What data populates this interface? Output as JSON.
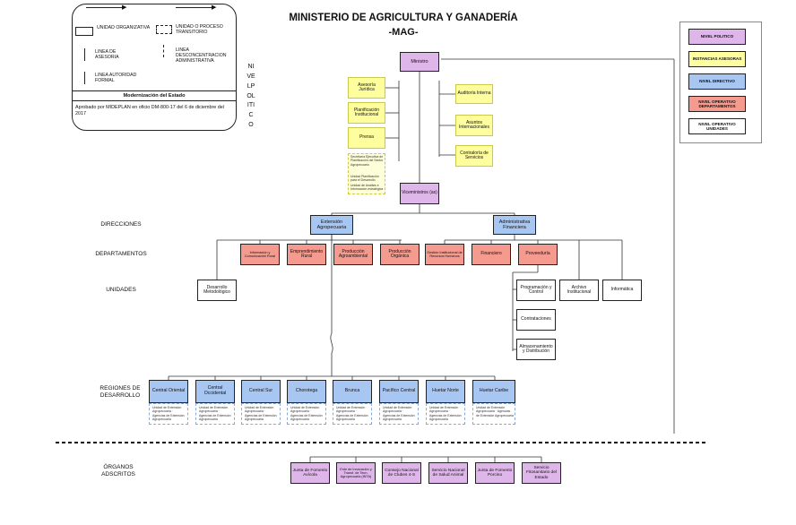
{
  "header": {
    "title": "MINISTERIO DE AGRICULTURA Y GANADERÍA",
    "subtitle": "-MAG-"
  },
  "legend": {
    "unidad_organizativa": "UNIDAD ORGANIZATIVA",
    "unidad_transitorio": "UNIDAD O PROCESO TRANSITORIO",
    "linea_asesoria": "LINEA DE ASESORIA",
    "linea_desconcentracion": "LINEA DESCONCENTRACION ADMINISTRATIVA",
    "linea_autoridad": "LINEA AUTORIDAD FORMAL",
    "modernizacion": "Modernización del Estado",
    "aprobado": "Aprobado por MIDEPLAN en oficio DM-800-17 del 6 de diciembre del 2017"
  },
  "side_label": "NIVELPOLITICO",
  "level_key": [
    {
      "label": "NIVEL POLITICO",
      "color": "#dfb6ea"
    },
    {
      "label": "INSTANCIAS ASESORAS",
      "color": "#fefe9e"
    },
    {
      "label": "NIVEL DIRECTIVO",
      "color": "#a8c6f2"
    },
    {
      "label": "NIVEL OPERATIVO DEPARTAMENTOS",
      "color": "#f59a8e"
    },
    {
      "label": "NIVEL OPERATIVO UNIDADES",
      "color": "#ffffff"
    }
  ],
  "rows": {
    "direcciones": "DIRECCIONES",
    "departamentos": "DEPARTAMENTOS",
    "unidades": "UNIDADES",
    "regiones": "REGIONES DE DESARROLLO",
    "organos": "ÓRGANOS ADSCRITOS"
  },
  "politico": {
    "ministro": "Ministro",
    "viceministros": "Viceministros (as)"
  },
  "asesoras_left": [
    "Asesoría Jurídica",
    "Planificación Institucional",
    "Prensa"
  ],
  "asesoras_right": [
    "Auditoría Interna",
    "Asuntos Internacionales",
    "Contraloría de Servicios"
  ],
  "asesoras_notes": [
    "Secretaría Ejecutiva de Planificación del Sector Agropecuario",
    "Unidad Planificación para el Desarrollo",
    "Unidad de Análisis e Información estratégica"
  ],
  "direcciones": [
    "Extensión Agropecuaria",
    "Administrativa Financiera"
  ],
  "departamentos": [
    "Información y Comunicación Rural",
    "Emprendimiento Rural",
    "Producción Agroambiental",
    "Producción Orgánica",
    "Gestión Institucional de Recursos Humanos",
    "Financiero",
    "Proveeduría"
  ],
  "unidades": {
    "desarrollo": "Desarrollo Metodológico",
    "programacion": "Programación y Control",
    "archivo": "Archivo Institucional",
    "informatica": "Informática",
    "contrataciones": "Contrataciones",
    "almacenamiento": "Almacenamiento y Distribución"
  },
  "regiones": [
    {
      "name": "Central Oriental",
      "note": "Unidad de Extensión Agropecuaria · Agencias de Extensión Agropecuaria"
    },
    {
      "name": "Central Occidental",
      "note": "Unidad de Extensión Agropecuaria · Agencias de Extensión Agropecuaria"
    },
    {
      "name": "Central Sur",
      "note": "Unidad de Extensión Agropecuaria · Agencias de Extensión Agropecuaria"
    },
    {
      "name": "Chorotega",
      "note": "Unidad de Extensión Agropecuaria · Agencias de Extensión Agropecuaria"
    },
    {
      "name": "Brunca",
      "note": "Unidad de Extensión Agropecuaria · Agencias de Extensión Agropecuaria"
    },
    {
      "name": "Pacífico Central",
      "note": "Unidad de Extensión Agropecuaria · Agencias de Extensión Agropecuaria"
    },
    {
      "name": "Huetar Norte",
      "note": "Unidad de Extensión Agropecuaria · Agencias de Extensión Agropecuaria"
    },
    {
      "name": "Huetar Caribe",
      "note": "Unidad de Extensión Agropecuaria · Agencias de Extensión Agropecuaria"
    }
  ],
  "organos": [
    "Junta de Fomento Avícola",
    "Ente de Innovación y Transf. de Tecn. Agropecuaria (INTA)",
    "Consejo Nacional de Clubes 4-S",
    "Servicio Nacional de Salud Animal",
    "Junta de Fomento Porcino",
    "Servicio Fitosanitario del Estado"
  ]
}
